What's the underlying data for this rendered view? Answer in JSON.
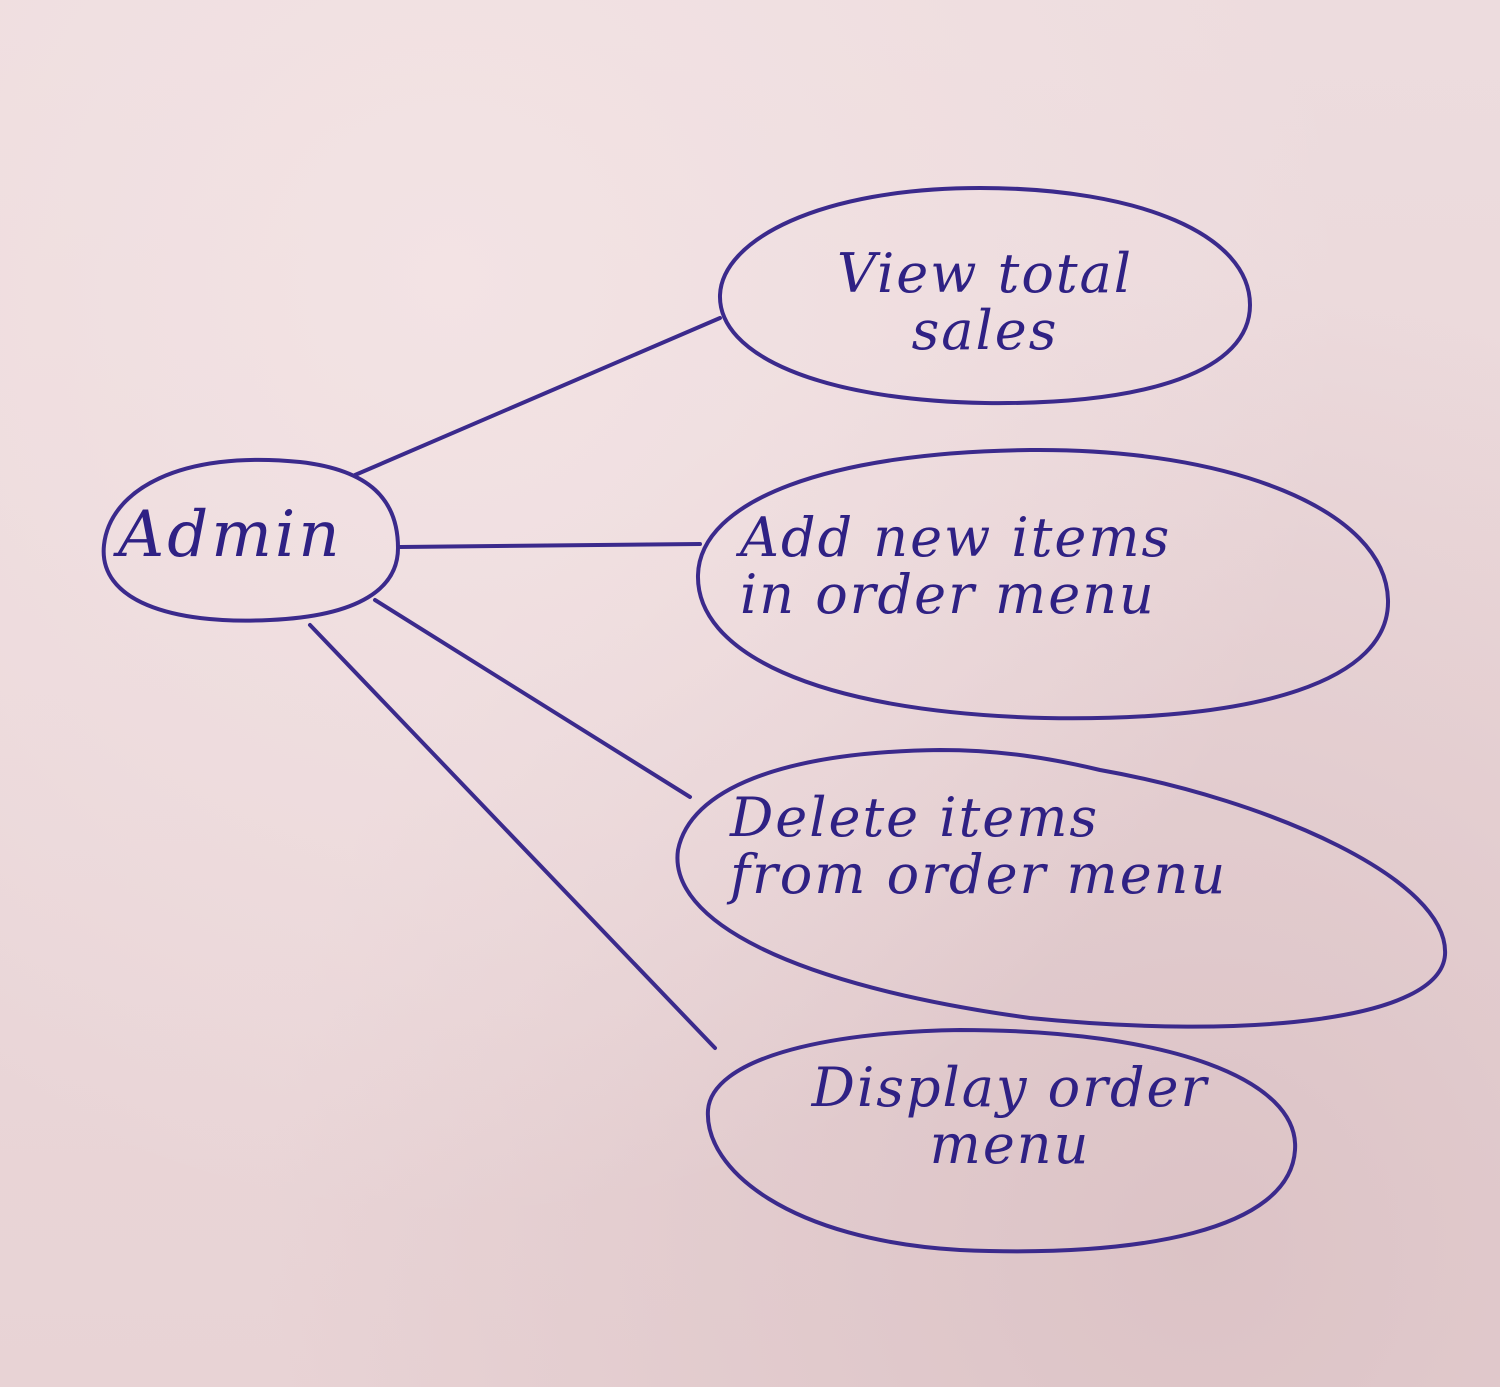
{
  "actor": {
    "label": "Admin"
  },
  "use_cases": [
    {
      "line1": "View total",
      "line2": "sales"
    },
    {
      "line1": "Add new items",
      "line2": "in order menu"
    },
    {
      "line1": "Delete items",
      "line2": "from order menu"
    },
    {
      "line1": "Display order",
      "line2": "menu"
    }
  ],
  "colors": {
    "ink": "#3b2a8c",
    "paper": "#ead7d9"
  }
}
